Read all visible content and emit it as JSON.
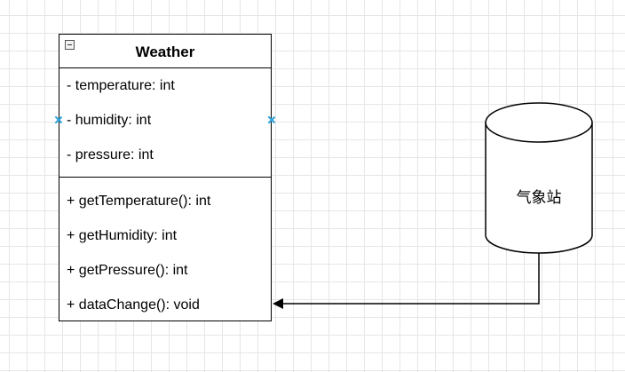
{
  "diagram": {
    "class_box": {
      "name": "Weather",
      "attributes": [
        "- temperature: int",
        "- humidity: int",
        "- pressure: int"
      ],
      "methods": [
        "+ getTemperature(): int",
        "+ getHumidity: int",
        "+ getPressure(): int",
        "+ dataChange(): void"
      ]
    },
    "database": {
      "label": "气象站"
    },
    "connector": {
      "from": "database",
      "to": "class_box",
      "arrow": "filled"
    }
  }
}
